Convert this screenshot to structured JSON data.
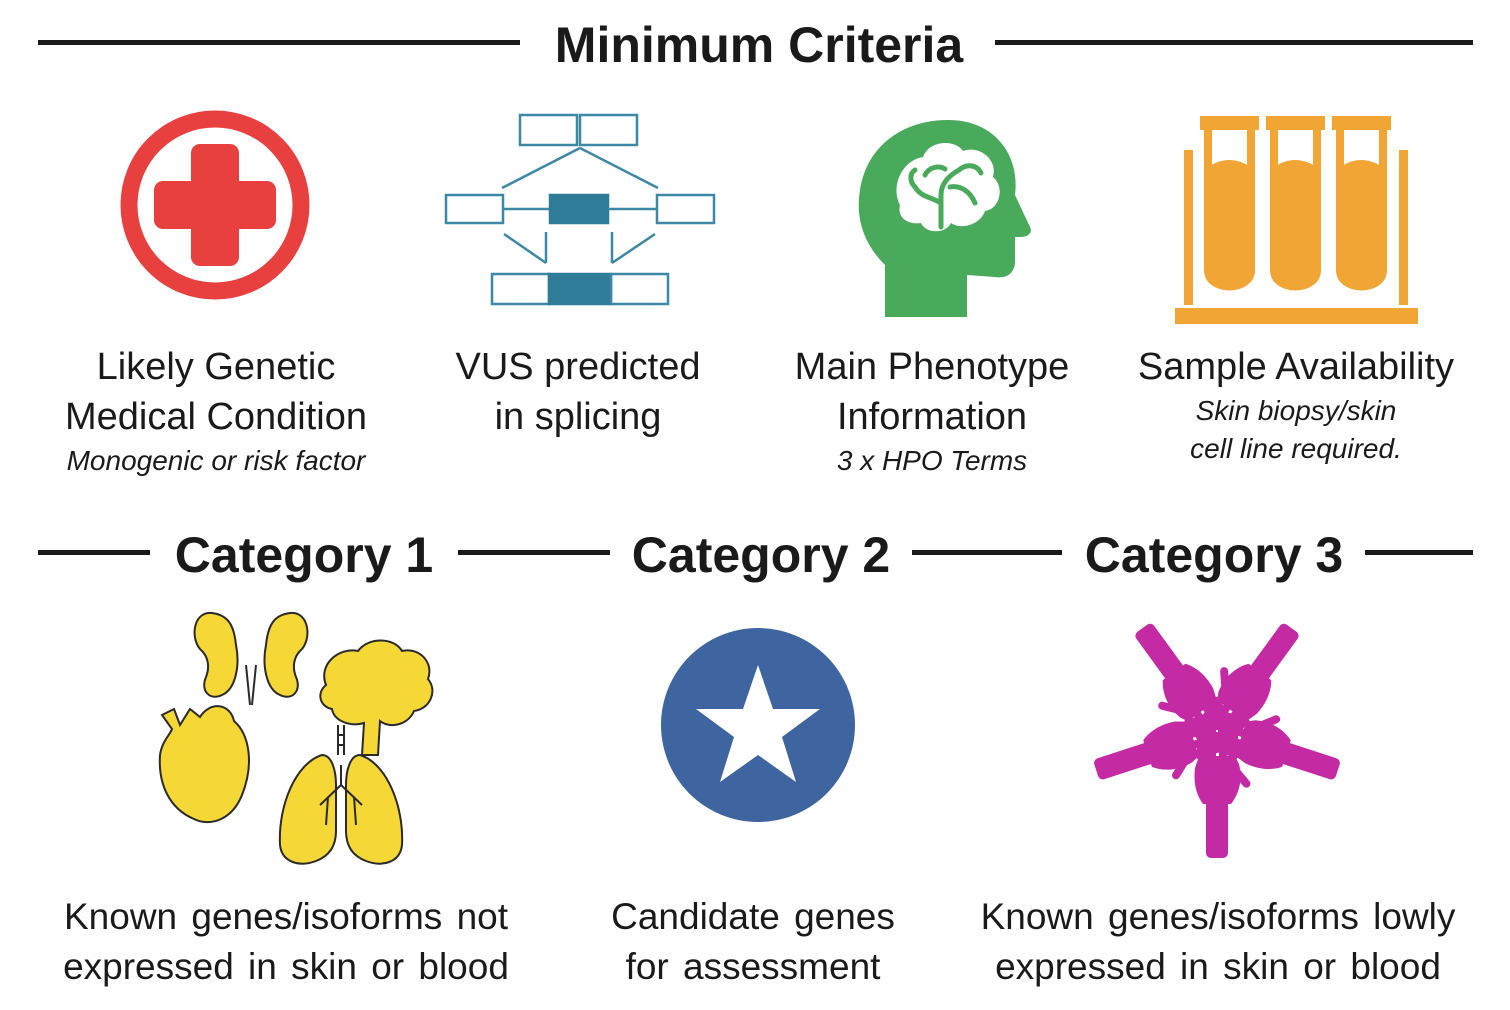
{
  "minimum_criteria": {
    "heading": "Minimum Criteria",
    "items": [
      {
        "title_line1": "Likely Genetic",
        "title_line2": "Medical Condition",
        "subtitle_line1": "Monogenic or risk factor",
        "subtitle_line2": "",
        "icon": "medical-cross-icon",
        "color": "#e8403f"
      },
      {
        "title_line1": "VUS predicted",
        "title_line2": "in splicing",
        "subtitle_line1": "",
        "subtitle_line2": "",
        "icon": "splicing-diagram-icon",
        "color": "#2e7d9a"
      },
      {
        "title_line1": "Main Phenotype",
        "title_line2": "Information",
        "subtitle_line1": "3 x HPO Terms",
        "subtitle_line2": "",
        "icon": "brain-head-icon",
        "color": "#4aaa5c"
      },
      {
        "title_line1": "Sample Availability",
        "title_line2": "",
        "subtitle_line1": "Skin biopsy/skin",
        "subtitle_line2": "cell line required.",
        "icon": "test-tubes-icon",
        "color": "#f0a535"
      }
    ]
  },
  "categories": [
    {
      "heading": "Category 1",
      "desc_line1": "Known genes/isoforms not",
      "desc_line2": "expressed in skin or blood",
      "icon": "organs-icon",
      "color": "#f5d736"
    },
    {
      "heading": "Category 2",
      "desc_line1": "Candidate genes",
      "desc_line2": "for assessment",
      "icon": "star-icon",
      "color": "#3e65a0"
    },
    {
      "heading": "Category 3",
      "desc_line1": "Known genes/isoforms lowly",
      "desc_line2": "expressed in skin or blood",
      "icon": "hands-circle-icon",
      "color": "#c42aa4"
    }
  ]
}
